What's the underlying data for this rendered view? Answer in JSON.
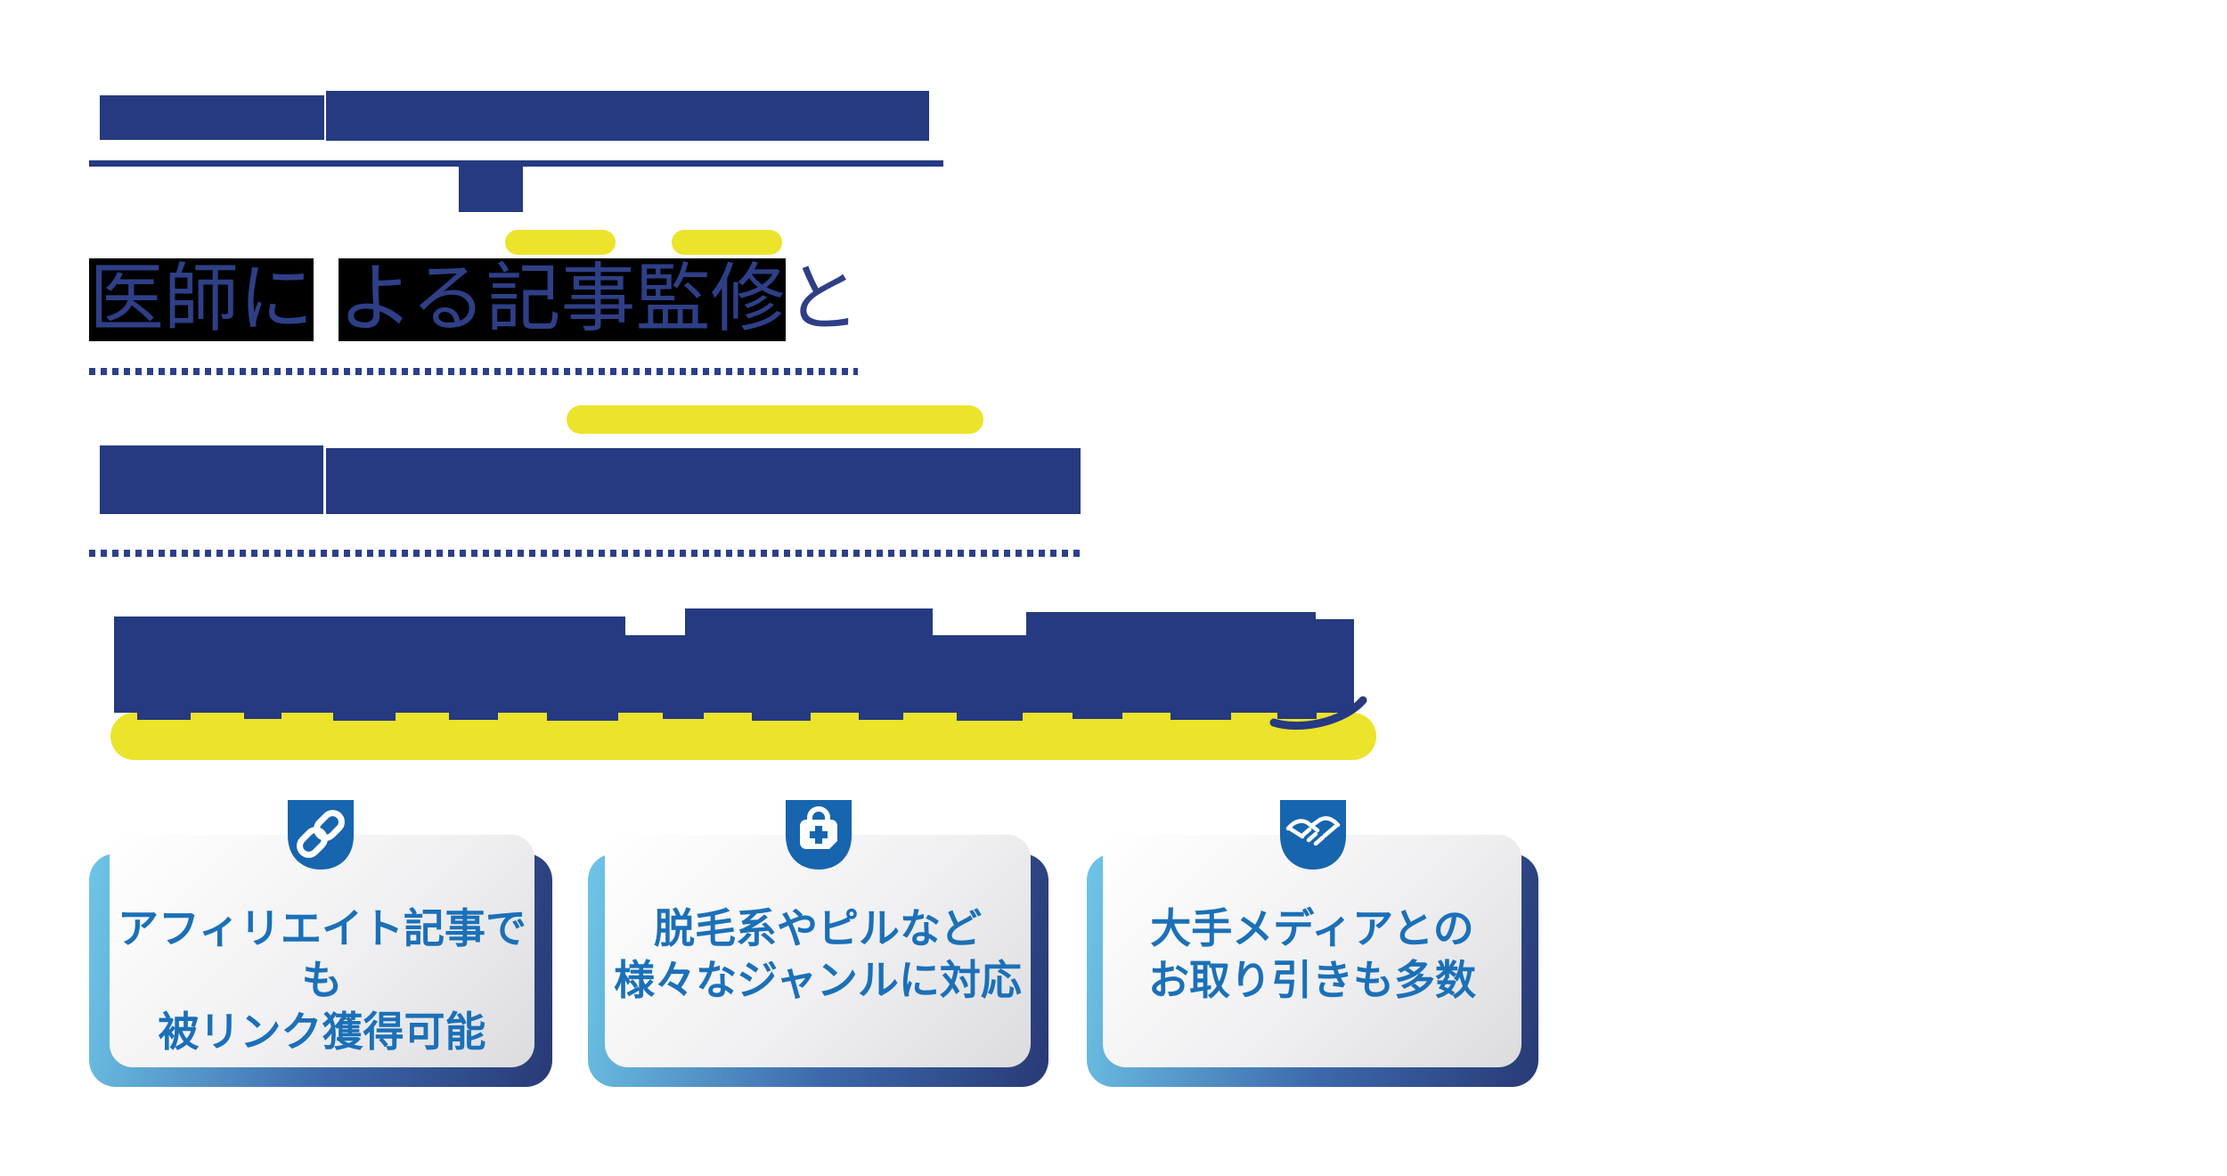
{
  "colors": {
    "navy": "#253a80",
    "heading_text": "#2e3f87",
    "heading_highlight_bg": "#000000",
    "marker_yellow": "#ece32b",
    "shield_blue": "#1765ae",
    "card_text_blue": "#1b70b8",
    "card_backing_light": "#6ec6e8",
    "card_backing_dark": "#283a76",
    "card_face_from": "#ffffff",
    "card_face_to": "#dcdcde"
  },
  "heading": {
    "segments": [
      {
        "text": "医師に",
        "highlighted": true
      },
      {
        "text": "よる記事監修",
        "highlighted": true
      },
      {
        "text": "と",
        "highlighted": false
      }
    ]
  },
  "cards": [
    {
      "icon": "chain-link-icon",
      "lines": [
        "アフィリエイト記事でも",
        "被リンク獲得可能"
      ]
    },
    {
      "icon": "first-aid-kit-icon",
      "lines": [
        "脱毛系やピルなど",
        "様々なジャンルに対応"
      ]
    },
    {
      "icon": "handshake-icon",
      "lines": [
        "大手メディアとの",
        "お取り引きも多数"
      ]
    }
  ]
}
